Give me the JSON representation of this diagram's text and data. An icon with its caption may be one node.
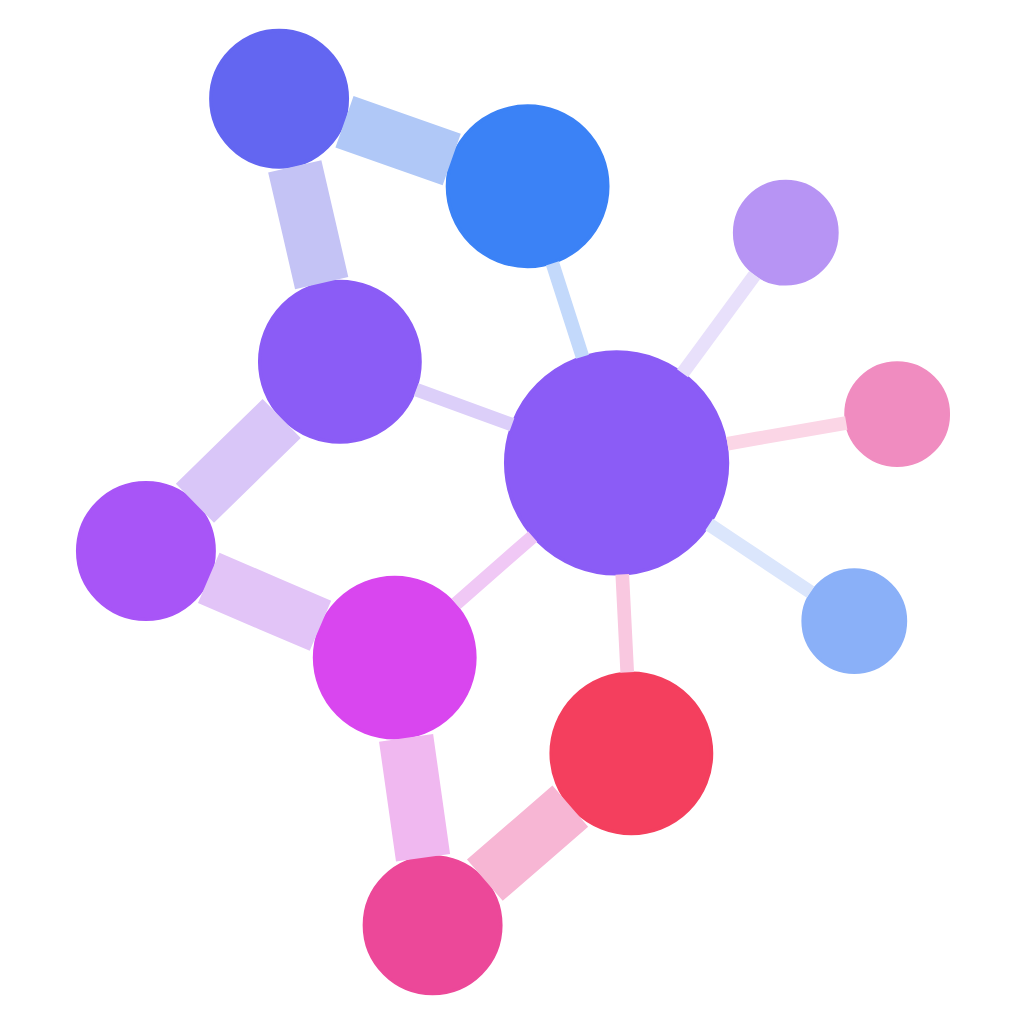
{
  "diagram": {
    "nodes": [
      {
        "text": [],
        "shape": "circle"
      },
      {
        "text": [],
        "shape": "circle"
      },
      {
        "text": [],
        "shape": "circle"
      },
      {
        "text": [],
        "shape": "circle"
      },
      {
        "text": [],
        "shape": "circle"
      },
      {
        "text": [],
        "shape": "circle"
      },
      {
        "text": [],
        "shape": "circle"
      },
      {
        "text": [],
        "shape": "circle"
      },
      {
        "text": [],
        "shape": "circle"
      },
      {
        "text": [],
        "shape": "circle"
      },
      {
        "text": [],
        "shape": "circle"
      }
    ],
    "edges": [
      {
        "from": 4,
        "to": 0,
        "arrow": "none",
        "color": "#c3d9fb"
      },
      {
        "from": 0,
        "to": 1,
        "arrow": "none",
        "style": "thick",
        "color": "#b0c8f7"
      },
      {
        "from": 4,
        "to": 2,
        "arrow": "none",
        "color": "#dbe6fc"
      },
      {
        "from": 1,
        "to": 3,
        "arrow": "none",
        "style": "thick",
        "color": "#c4c3f5"
      },
      {
        "from": 4,
        "to": 3,
        "arrow": "none",
        "color": "#dccff9"
      },
      {
        "from": 4,
        "to": 5,
        "arrow": "none",
        "color": "#e8e0fb"
      },
      {
        "from": 3,
        "to": 6,
        "arrow": "none",
        "style": "thick",
        "color": "#d9c6f8"
      },
      {
        "from": 4,
        "to": 7,
        "arrow": "none",
        "color": "#fbd6e6"
      },
      {
        "from": 6,
        "to": 8,
        "arrow": "none",
        "style": "thick",
        "color": "#e2c4f7"
      },
      {
        "from": 4,
        "to": 8,
        "arrow": "none",
        "color": "#f0c8f5"
      },
      {
        "from": 8,
        "to": 9,
        "arrow": "none",
        "style": "thick",
        "color": "#f0b8f0"
      },
      {
        "from": 4,
        "to": 10,
        "arrow": "none",
        "color": "#f9c8e0"
      },
      {
        "from": 9,
        "to": 10,
        "arrow": "none",
        "style": "thick",
        "color": "#f7b6d4"
      }
    ]
  }
}
